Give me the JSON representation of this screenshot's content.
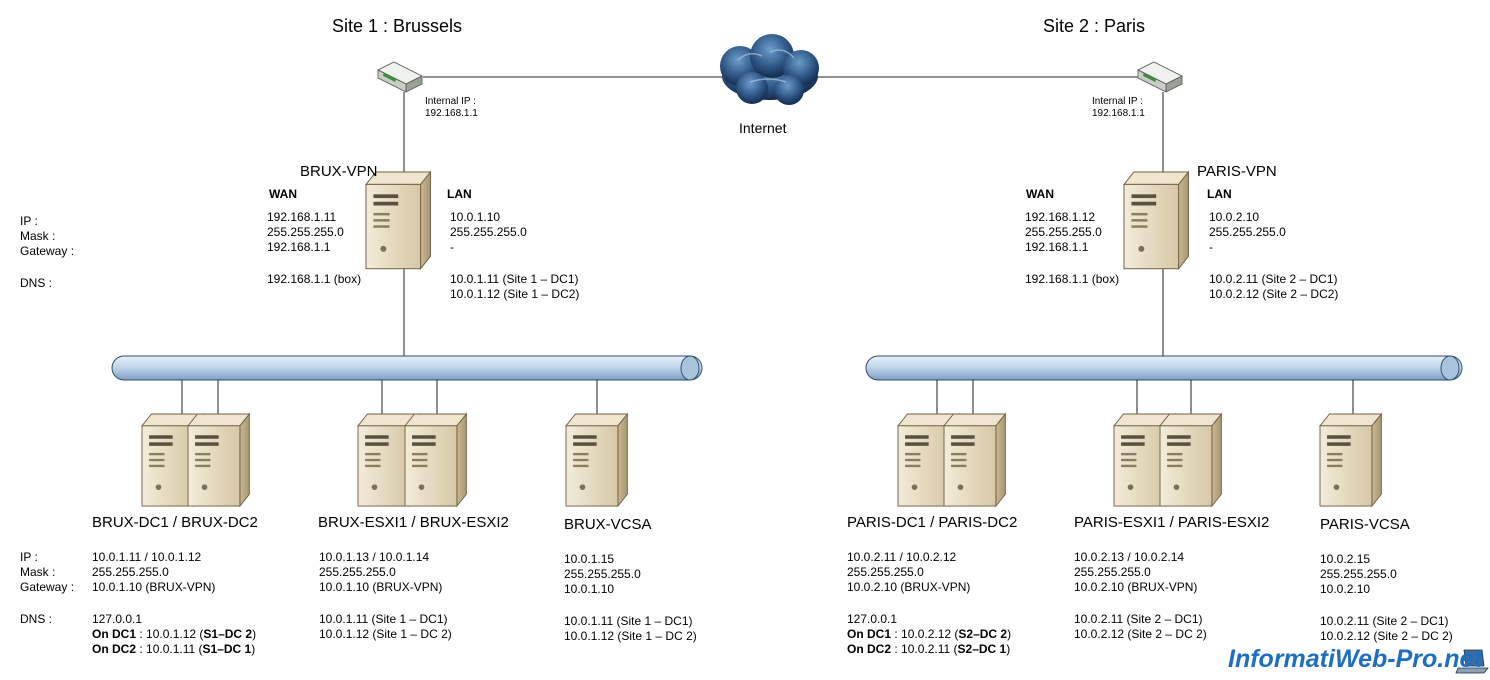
{
  "sites": {
    "site1": "Site 1 : Brussels",
    "site2": "Site 2 : Paris"
  },
  "internet_label": "Internet",
  "row_labels": [
    "IP :",
    "Mask :",
    "Gateway :",
    "DNS :"
  ],
  "brux_vpn": {
    "name": "BRUX-VPN",
    "router_label": [
      "Internal IP :",
      "192.168.1.1"
    ],
    "wan_title": "WAN",
    "lan_title": "LAN",
    "wan": [
      "192.168.1.11",
      "255.255.255.0",
      "192.168.1.1",
      "192.168.1.1 (box)"
    ],
    "lan": [
      "10.0.1.10",
      "255.255.255.0",
      "-",
      "10.0.1.11 (Site 1 – DC1)",
      "10.0.1.12 (Site 1 – DC2)"
    ]
  },
  "paris_vpn": {
    "name": "PARIS-VPN",
    "router_label": [
      "Internal IP :",
      "192.168.1.1"
    ],
    "wan_title": "WAN",
    "lan_title": "LAN",
    "wan": [
      "192.168.1.12",
      "255.255.255.0",
      "192.168.1.1",
      "192.168.1.1 (box)"
    ],
    "lan": [
      "10.0.2.10",
      "255.255.255.0",
      "-",
      "10.0.2.11 (Site 2 – DC1)",
      "10.0.2.12 (Site 2 – DC2)"
    ]
  },
  "brux_dc": {
    "name": "BRUX-DC1 / BRUX-DC2",
    "lines": [
      "10.0.1.11 / 10.0.1.12",
      "255.255.255.0",
      "10.0.1.10 (BRUX-VPN)",
      "127.0.0.1"
    ],
    "dc1_label": "On DC1",
    "dc1_ip": " : 10.0.1.12  (",
    "dc1_target": "S1–DC 2",
    "dc1_end": ")",
    "dc2_label": "On DC2",
    "dc2_ip": " : 10.0.1.11  (",
    "dc2_target": "S1–DC 1",
    "dc2_end": ")"
  },
  "brux_esxi": {
    "name": "BRUX-ESXI1 / BRUX-ESXI2",
    "lines": [
      "10.0.1.13 / 10.0.1.14",
      "255.255.255.0",
      "10.0.1.10 (BRUX-VPN)",
      "10.0.1.11  (Site 1 – DC1)",
      "10.0.1.12  (Site 1 – DC 2)"
    ]
  },
  "brux_vcsa": {
    "name": "BRUX-VCSA",
    "lines": [
      "10.0.1.15",
      "255.255.255.0",
      "10.0.1.10",
      "10.0.1.11  (Site 1 – DC1)",
      "10.0.1.12  (Site 1 – DC 2)"
    ]
  },
  "paris_dc": {
    "name": "PARIS-DC1 / PARIS-DC2",
    "lines": [
      "10.0.2.11 / 10.0.2.12",
      "255.255.255.0",
      "10.0.2.10 (BRUX-VPN)",
      "127.0.0.1"
    ],
    "dc1_label": "On DC1",
    "dc1_ip": " : 10.0.2.12  (",
    "dc1_target": "S2–DC 2",
    "dc1_end": ")",
    "dc2_label": "On DC2",
    "dc2_ip": " : 10.0.2.11  (",
    "dc2_target": "S2–DC 1",
    "dc2_end": ")"
  },
  "paris_esxi": {
    "name": "PARIS-ESXI1 / PARIS-ESXI2",
    "lines": [
      "10.0.2.13 / 10.0.2.14",
      "255.255.255.0",
      "10.0.2.10 (BRUX-VPN)",
      "10.0.2.11  (Site 2 – DC1)",
      "10.0.2.12  (Site 2 – DC 2)"
    ]
  },
  "paris_vcsa": {
    "name": "PARIS-VCSA",
    "lines": [
      "10.0.2.15",
      "255.255.255.0",
      "10.0.2.10",
      "10.0.2.11  (Site 2 – DC1)",
      "10.0.2.12  (Site 2 – DC 2)"
    ]
  },
  "watermark": "InformatiWeb-Pro.net",
  "icons": {
    "router": "router-icon",
    "cloud": "cloud-icon",
    "server": "server-tower-icon",
    "bus": "network-bus-icon",
    "laptop": "laptop-icon"
  },
  "colors": {
    "bus_fill": "#c4d8ec",
    "server_body": "#e9dfc6",
    "cloud": "#1f3f63",
    "watermark": "#1e6fc0"
  }
}
